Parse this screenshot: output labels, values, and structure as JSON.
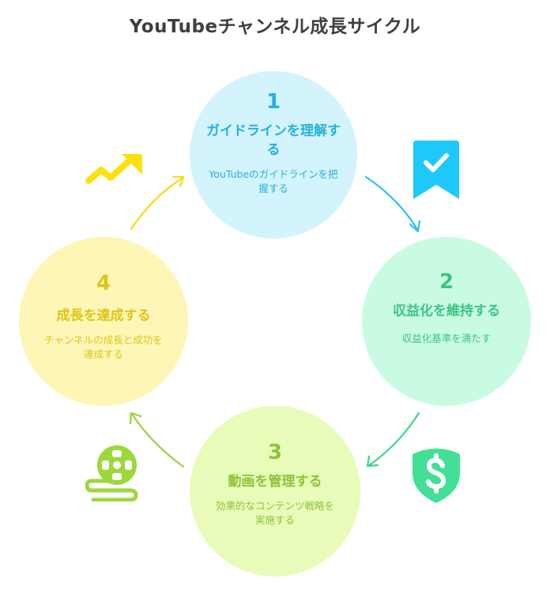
{
  "title": "YouTubeチャンネル成長サイクル",
  "steps": [
    {
      "number": "1",
      "heading": "ガイドラインを理解する",
      "description": "YouTubeのガイドラインを把握する",
      "color": "#27b0de",
      "bg": "#d3f3fd",
      "icon": "bookmark-check-icon"
    },
    {
      "number": "2",
      "heading": "収益化を維持する",
      "description": "収益化基準を満たす",
      "color": "#3dc484",
      "bg": "#c9fbe3",
      "icon": "shield-dollar-icon"
    },
    {
      "number": "3",
      "heading": "動画を管理する",
      "description": "効果的なコンテンツ戦略を実施する",
      "color": "#8fc33a",
      "bg": "#e8fbb8",
      "icon": "film-reel-icon"
    },
    {
      "number": "4",
      "heading": "成長を達成する",
      "description": "チャンネルの成長と成功を達成する",
      "color": "#dcc61a",
      "bg": "#fef6b6",
      "icon": "trend-up-icon"
    }
  ]
}
